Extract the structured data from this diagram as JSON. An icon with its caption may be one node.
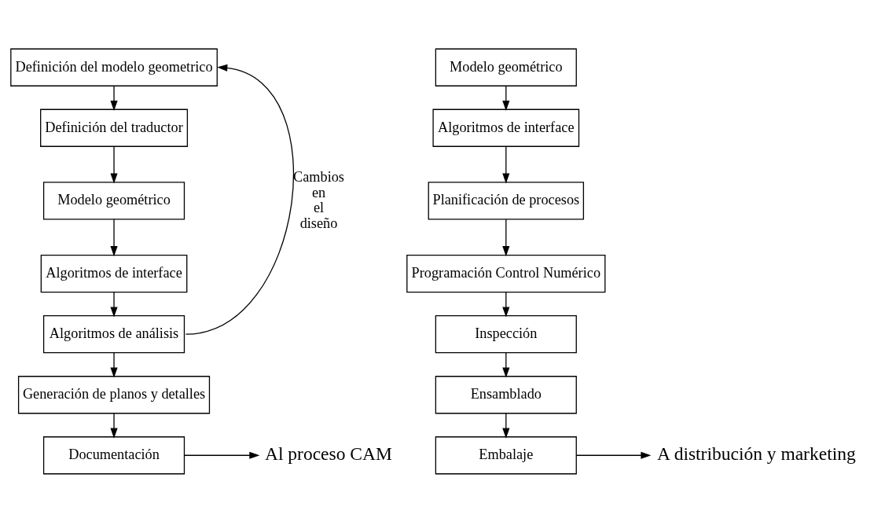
{
  "diagram": {
    "nodes": [
      {
        "text": [
          "Definición del modelo geometrico"
        ]
      },
      {
        "text": [
          "Definición del traductor"
        ]
      },
      {
        "text": [
          "Modelo geométrico"
        ]
      },
      {
        "text": [
          "Algoritmos de interface"
        ]
      },
      {
        "text": [
          "Algoritmos de análisis"
        ]
      },
      {
        "text": [
          "Generación de planos y detalles"
        ]
      },
      {
        "text": [
          "Documentación"
        ]
      },
      {
        "text": [
          "Al proceso CAM"
        ]
      },
      {
        "text": [
          "Modelo geométrico"
        ]
      },
      {
        "text": [
          "Algoritmos de interface"
        ]
      },
      {
        "text": [
          "Planificación de procesos"
        ]
      },
      {
        "text": [
          "Programación Control Numérico"
        ]
      },
      {
        "text": [
          "Inspección"
        ]
      },
      {
        "text": [
          "Ensamblado"
        ]
      },
      {
        "text": [
          "Embalaje"
        ]
      },
      {
        "text": [
          "A distribución y marketing"
        ]
      }
    ],
    "edges": [
      {
        "from": 0,
        "to": 1,
        "arrow": "to"
      },
      {
        "from": 1,
        "to": 2,
        "arrow": "to"
      },
      {
        "from": 2,
        "to": 3,
        "arrow": "to"
      },
      {
        "from": 3,
        "to": 4,
        "arrow": "to"
      },
      {
        "from": 4,
        "to": 5,
        "arrow": "to"
      },
      {
        "from": 5,
        "to": 6,
        "arrow": "to"
      },
      {
        "from": 6,
        "to": 7,
        "arrow": "to"
      },
      {
        "from": 4,
        "to": 0,
        "arrow": "to",
        "label": "Cambios en el diseño"
      },
      {
        "from": 8,
        "to": 9,
        "arrow": "to"
      },
      {
        "from": 9,
        "to": 10,
        "arrow": "to"
      },
      {
        "from": 10,
        "to": 11,
        "arrow": "to"
      },
      {
        "from": 11,
        "to": 12,
        "arrow": "to"
      },
      {
        "from": 12,
        "to": 13,
        "arrow": "to"
      },
      {
        "from": 13,
        "to": 14,
        "arrow": "to"
      },
      {
        "from": 14,
        "to": 15,
        "arrow": "to"
      }
    ]
  }
}
